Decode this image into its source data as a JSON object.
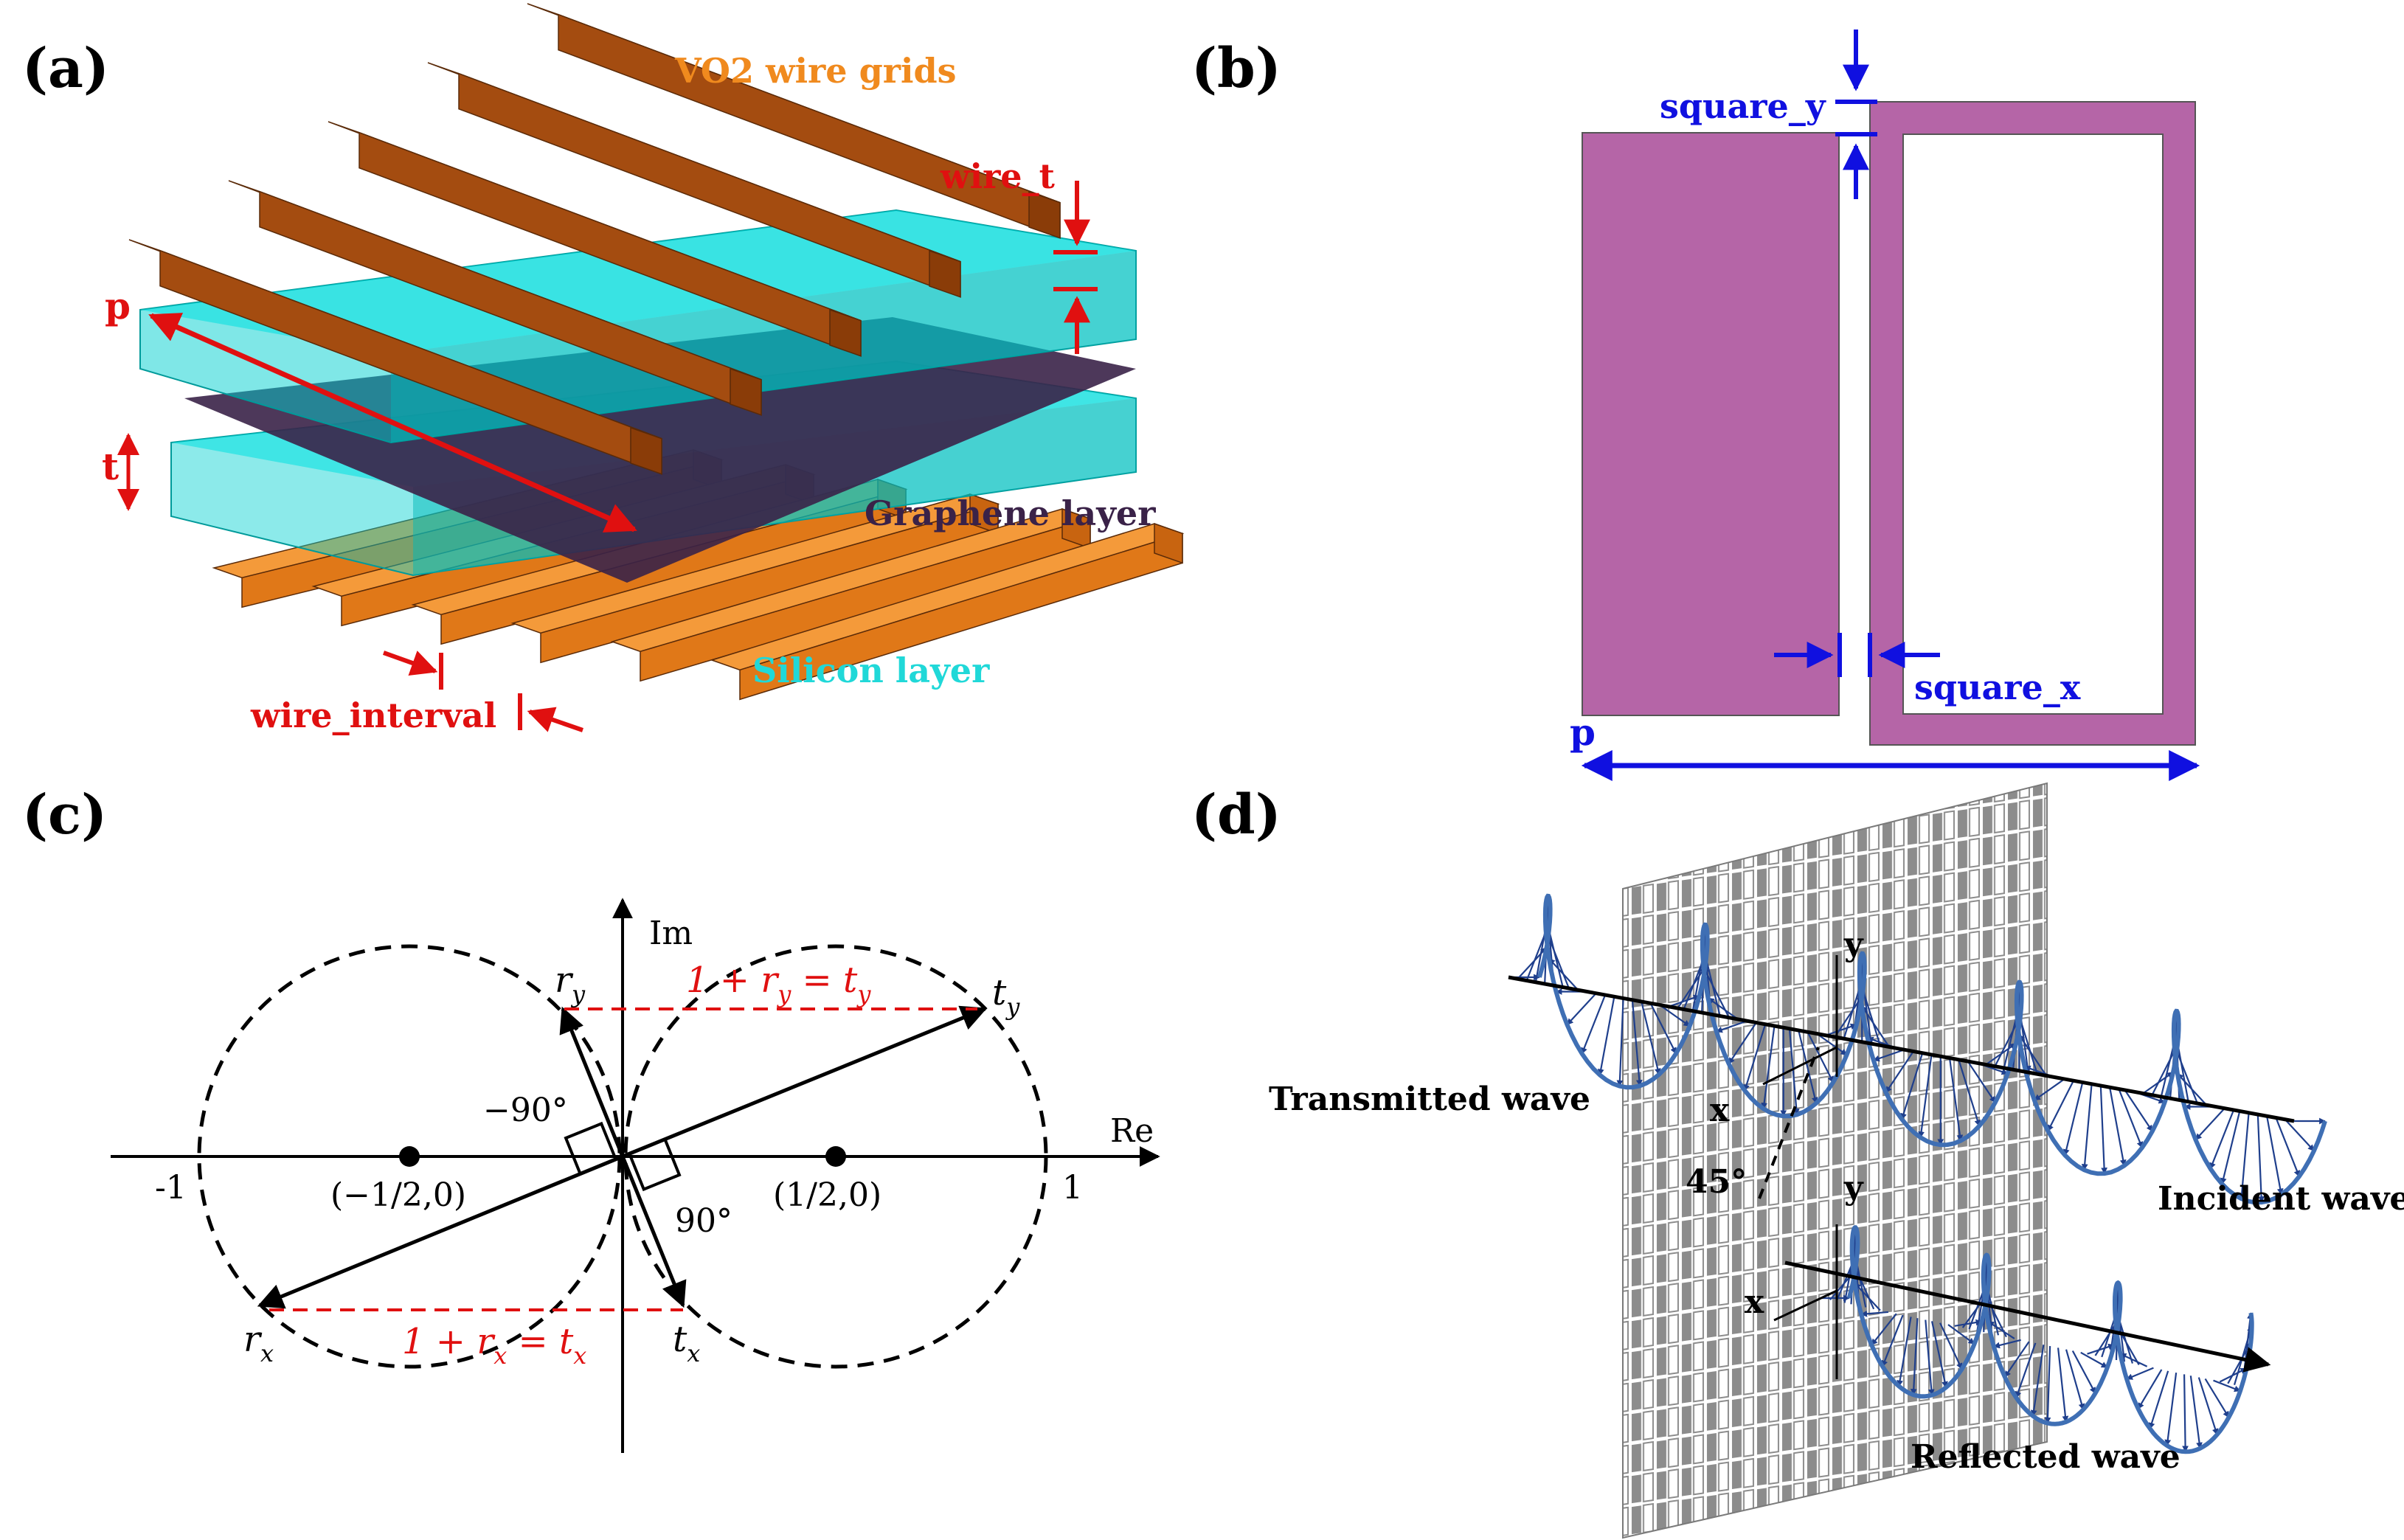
{
  "panels": {
    "a": {
      "label": "(a)",
      "vo2_label": "VO2 wire grids",
      "wire_t_label": "wire_t",
      "p_label": "p",
      "t_label": "t",
      "graphene_label": "Graphene layer",
      "silicon_label": "Silicon layer",
      "wire_interval_label": "wire_interval"
    },
    "b": {
      "label": "(b)",
      "square_y_label": "square_y",
      "square_x_label": "square_x",
      "p_label": "p"
    },
    "c": {
      "label": "(c)",
      "im_label": "Im",
      "re_label": "Re",
      "ry_label": "r",
      "ry_sub": "y",
      "ty_label": "t",
      "ty_sub": "y",
      "rx_label": "r",
      "rx_sub": "x",
      "tx_label": "t",
      "tx_sub": "x",
      "eq_top": "1 + r",
      "eq_top_sub": "y",
      "eq_top_mid": " = t",
      "eq_top_sub2": "y",
      "eq_bottom": "1 + r",
      "eq_bottom_sub": "x",
      "eq_bottom_mid": " = t",
      "eq_bottom_sub2": "x",
      "angle_neg": "−90°",
      "angle_pos": "90°",
      "minus_one": "-1",
      "plus_one": "1",
      "center_left": "(−1/2,0)",
      "center_right": "(1/2,0)"
    },
    "d": {
      "label": "(d)",
      "transmitted": "Transmitted wave",
      "incident": "Incident wave",
      "reflected": "Reflected wave",
      "angle": "45°",
      "y_top": "y",
      "x_top": "x",
      "y_bottom": "y",
      "x_bottom": "x"
    }
  },
  "colors": {
    "wire": "#c0621a",
    "wire_bottom": "#f08a20",
    "silicon": "#00d0d0",
    "graphene": "#3a2248",
    "annotation_red": "#e01010",
    "resonator": "#b565a7",
    "annotation_blue": "#1010e0",
    "wave": "#1f3f8c",
    "vo2_text": "#f08a1e",
    "silicon_text": "#20d8d8"
  }
}
